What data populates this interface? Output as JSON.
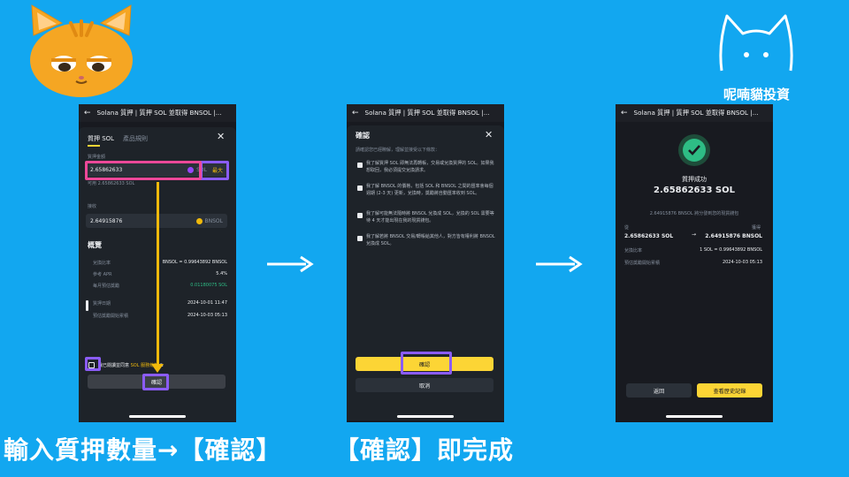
{
  "brand": {
    "name": "呢喃貓投資"
  },
  "captions": {
    "left": "輸入質押數量→【確認】",
    "right": "【確認】即完成"
  },
  "nav": {
    "title": "Solana 質押 | 質押 SOL 並取得 BNSOL |..."
  },
  "step1": {
    "tabs": [
      "質押 SOL",
      "產品規則"
    ],
    "stake_amount_label": "質押金額",
    "amount_value": "2.65862633",
    "amount_coin": "SOL",
    "max_label": "最大",
    "available": "可用     2.65862633 SOL",
    "receive_label": "接收",
    "receive_value": "2.64915876",
    "receive_coin": "BNSOL",
    "overview_title": "概覽",
    "overview": [
      {
        "label": "兌換比率",
        "value": "BNSOL = 0.99643892 BNSOL"
      },
      {
        "label": "參考 APR",
        "value": "5.4%"
      },
      {
        "label": "每月預估獎勵",
        "value": "0.01180075 SOL"
      },
      {
        "label": "質押日期",
        "value": "2024-10-01 11:47"
      },
      {
        "label": "預估獎勵開始累積",
        "value": "2024-10-03 05:13"
      }
    ],
    "agree_prefix": "我已閱讀並同意",
    "agree_link1": "SOL",
    "agree_link2": "服務條款",
    "agree_suffix": "&",
    "confirm_label": "確認"
  },
  "step2": {
    "title": "確認",
    "intro": "請確認您已經瞭解，理解並接受以下條款：",
    "terms": [
      "我了解質押 SOL 即無法再轉帳，交易或兌換質押的 SOL。如果我想取回，我必須提交兌換請求。",
      "我了解 BNSOL 的價格，包括 SOL 和 BNSOL 之間的匯率會每個週期 (2-3 天) 更新，兌換時，獎勵將自動匯率收到 SOL。",
      "我了解可能無法隨時將 BNSOL 兌換成 SOL，兌換的 SOL 需要等待 4 天才能出現在我的現貨錢包。",
      "我了解若將 BNSOL 交易/轉帳給其他人，對方皆有權利將 BNSOL 兌換成 SOL。"
    ],
    "confirm_label": "確認",
    "cancel_label": "取消"
  },
  "step3": {
    "success_title": "質押成功",
    "success_amount": "2.65862633 SOL",
    "note": "2.64915876 BNSOL 將分發到您的現貨錢包",
    "from_label": "從",
    "to_label": "獲得",
    "from_value": "2.65862633 SOL",
    "to_value": "2.64915876 BNSOL",
    "rate_label": "兌換比率",
    "rate_value": "1 SOL = 0.99643892 BNSOL",
    "reward_label": "預估獎勵開始累積",
    "reward_value": "2024-10-03 05:13",
    "back_label": "返回",
    "history_label": "查看歷史記錄"
  }
}
